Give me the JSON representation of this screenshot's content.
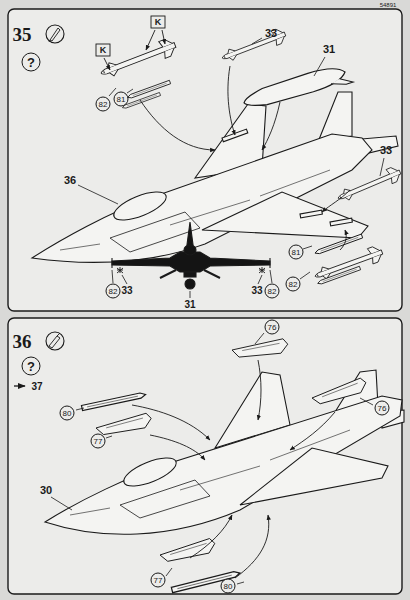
{
  "diagram": {
    "nodes": [
      {
        "text": [
          "?"
        ]
      },
      {
        "text": [
          "82"
        ]
      },
      {
        "text": [
          "81"
        ]
      },
      {
        "text": [
          "81"
        ]
      },
      {
        "text": [
          "82"
        ]
      },
      {
        "text": [
          "82"
        ]
      },
      {
        "text": [
          "82"
        ]
      },
      {
        "text": [
          "?"
        ]
      },
      {
        "text": [
          "76"
        ]
      },
      {
        "text": [
          "76"
        ]
      },
      {
        "text": [
          "80"
        ]
      },
      {
        "text": [
          "77"
        ]
      },
      {
        "text": [
          "77"
        ]
      },
      {
        "text": [
          "80"
        ]
      }
    ],
    "labels": [
      "54891",
      "35",
      "K",
      "K",
      "33",
      "31",
      "33",
      "36",
      "33",
      "31",
      "33",
      "36",
      "37",
      "30"
    ]
  }
}
